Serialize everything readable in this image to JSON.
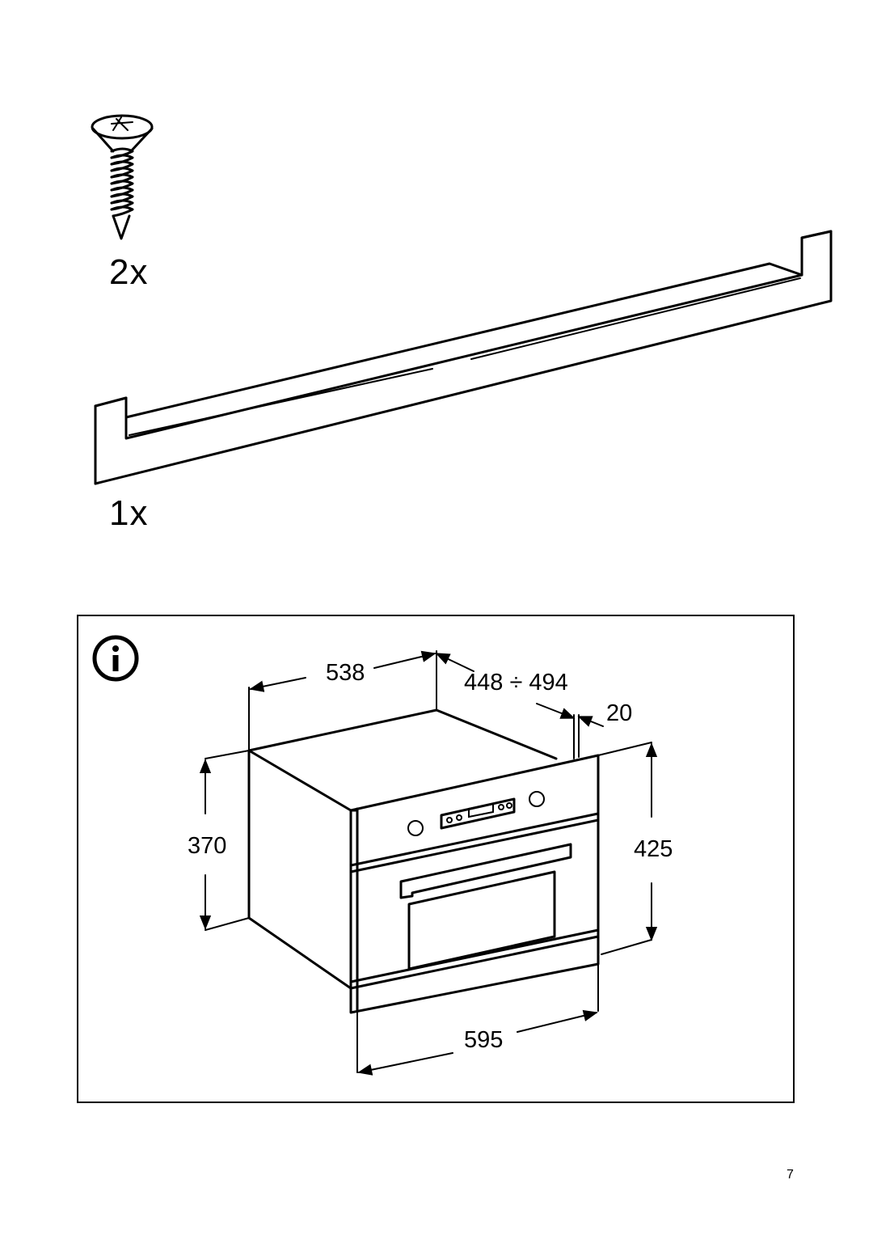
{
  "parts": {
    "screw": {
      "icon": "screw-icon",
      "quantity": "2x"
    },
    "rail": {
      "icon": "mounting-rail-icon",
      "quantity": "1x"
    }
  },
  "info": {
    "icon": "info-icon",
    "dimensions": {
      "depth_cabinet": "538",
      "depth_range": "448 ÷ 494",
      "front_thickness": "20",
      "height_cabinet": "370",
      "height_total": "425",
      "width_total": "595"
    }
  },
  "page_number": "7"
}
